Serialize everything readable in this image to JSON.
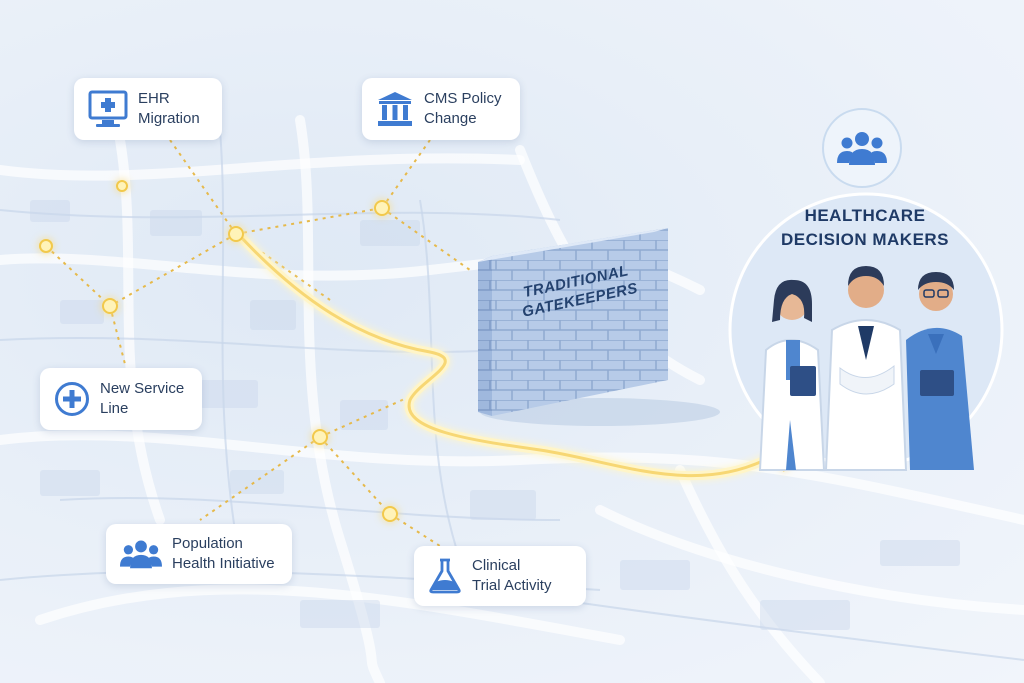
{
  "cards": {
    "ehr_migration": {
      "label": "EHR\nMigration",
      "icon": "monitor-plus-icon"
    },
    "cms_policy_change": {
      "label": "CMS Policy\nChange",
      "icon": "government-building-icon"
    },
    "new_service_line": {
      "label": "New Service\nLine",
      "icon": "plus-circle-icon"
    },
    "population_health_initiative": {
      "label": "Population\nHealth Initiative",
      "icon": "people-group-icon"
    },
    "clinical_trial_activity": {
      "label": "Clinical\nTrial Activity",
      "icon": "flask-icon"
    }
  },
  "wall": {
    "label": "TRADITIONAL\nGATEKEEPERS"
  },
  "decision_makers": {
    "title": "HEALTHCARE\nDECISION MAKERS",
    "icon": "people-group-icon"
  },
  "colors": {
    "accent_blue": "#3f7bd1",
    "path_glow": "#f7d774",
    "wall_blue": "#a9c1e3",
    "text_dark": "#2a3f5f"
  }
}
